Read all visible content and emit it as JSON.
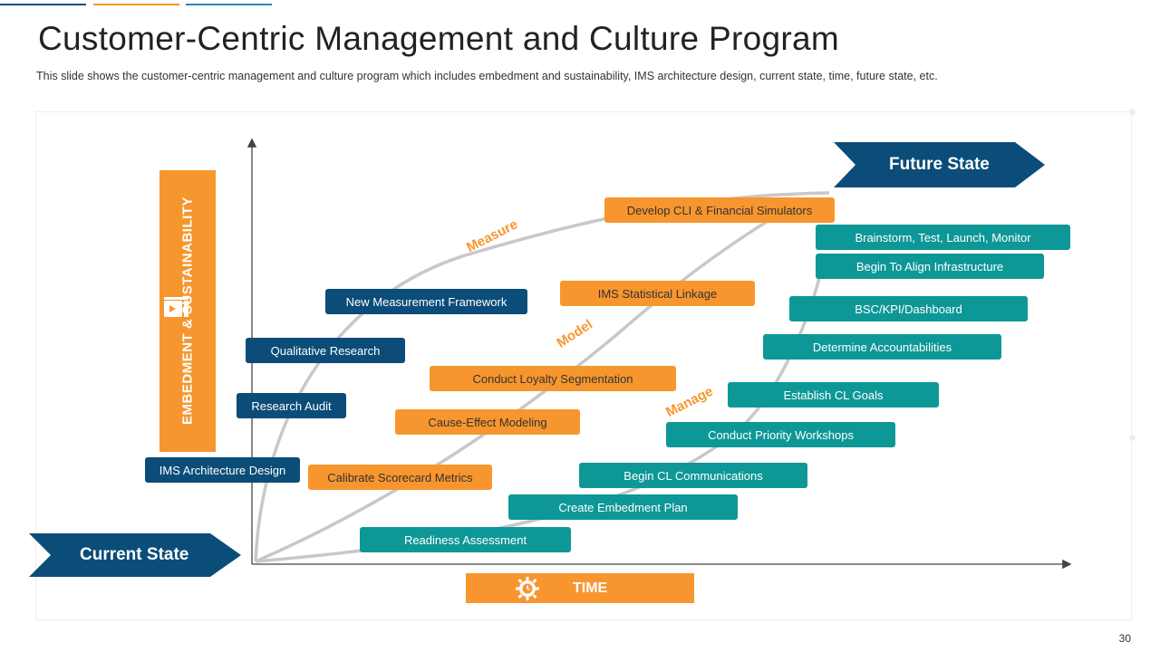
{
  "header": {
    "title": "Customer-Centric Management and Culture Program",
    "subtitle": "This slide shows the customer-centric management and culture program which includes embedment and sustainability, IMS architecture design, current state, time, future state, etc."
  },
  "axes": {
    "vertical_label": "EMBEDMENT & SUSTAINABILITY",
    "horizontal_label": "TIME"
  },
  "states": {
    "current": "Current State",
    "future": "Future State"
  },
  "phases": {
    "measure": "Measure",
    "model": "Model",
    "manage": "Manage"
  },
  "measure_items": [
    "IMS Architecture Design",
    "Research Audit",
    "Qualitative Research",
    "New Measurement Framework"
  ],
  "model_items": [
    "Calibrate Scorecard Metrics",
    "Cause-Effect Modeling",
    "Conduct Loyalty Segmentation",
    "IMS Statistical Linkage",
    "Develop CLI & Financial Simulators"
  ],
  "manage_items": [
    "Readiness Assessment",
    "Create Embedment Plan",
    "Begin CL Communications",
    "Conduct Priority Workshops",
    "Establish CL Goals",
    "Determine Accountabilities",
    "BSC/KPI/Dashboard",
    "Begin To Align Infrastructure",
    "Brainstorm, Test, Launch, Monitor"
  ],
  "page_number": "30",
  "colors": {
    "navy": "#0b4d78",
    "orange": "#f7962e",
    "teal": "#0e9797",
    "curve": "#c8c8c8"
  }
}
